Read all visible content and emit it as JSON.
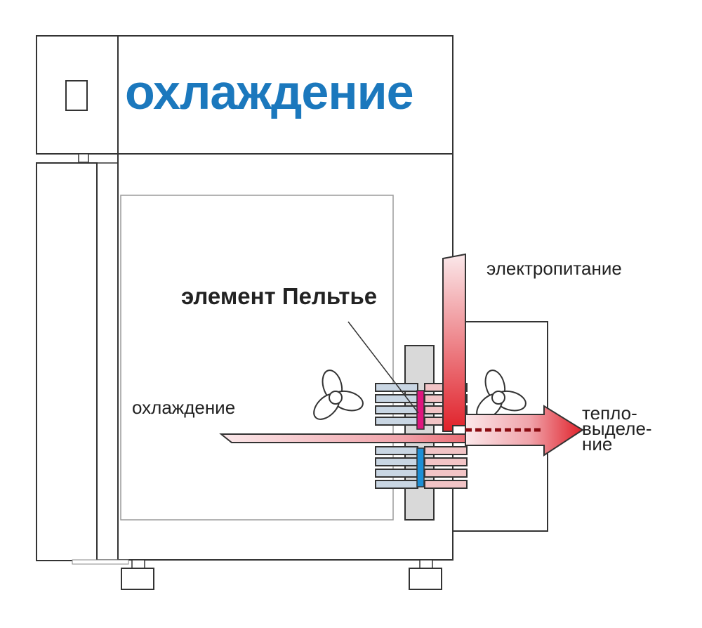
{
  "title": "охлаждение",
  "labels": {
    "peltier_element": "элемент Пельтье",
    "cooling": "охлаждение",
    "power_supply": "электропитание",
    "heat_release_line1": "тепло-",
    "heat_release_line2": "выделе-",
    "heat_release_line3": "ние"
  },
  "colors": {
    "title_blue": "#1b78bd",
    "outline": "#333333",
    "panel_gray": "#d9d9d9",
    "fin_blue": "#c9d6e3",
    "fin_pink": "#f2c4c6",
    "peltier_hot": "#e0167e",
    "peltier_cold": "#1d8fd6",
    "arrow_dark_red": "#e0212a",
    "arrow_light_pink": "#f6d0d4"
  },
  "icons": [
    "fan-icon",
    "fan-icon"
  ]
}
